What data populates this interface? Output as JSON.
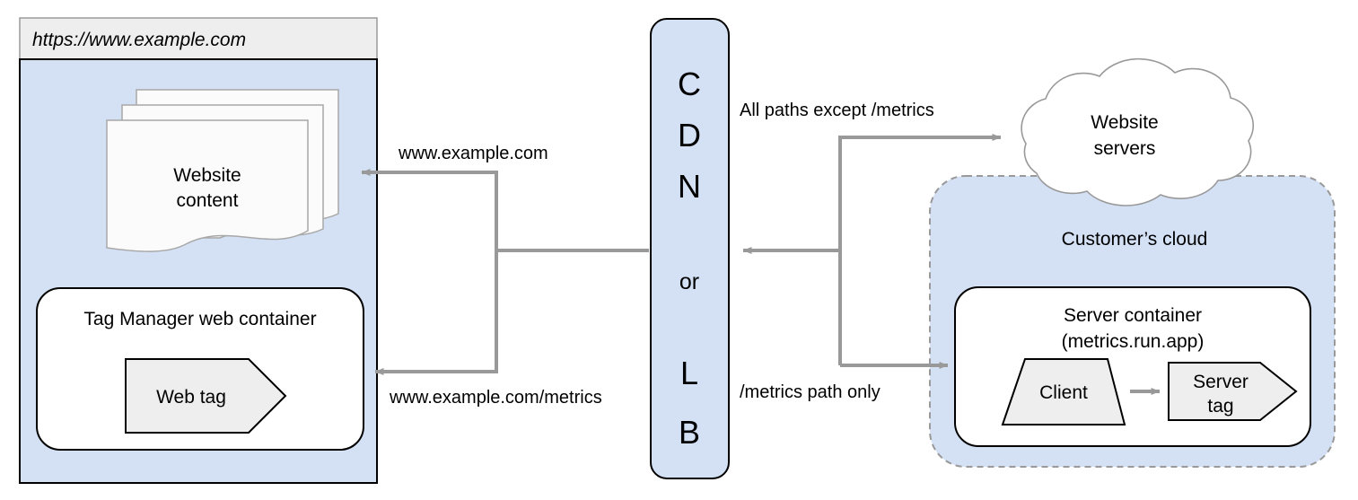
{
  "diagram": {
    "title_url": "https://www.example.com",
    "browser": {
      "url_bar_text": "https://www.example.com",
      "body_fill": "#d4e1f5",
      "header_fill": "#eeeeee",
      "border_color": "#000000"
    },
    "nodes": {
      "website_content": {
        "label_line1": "Website",
        "label_line2": "content",
        "shape": "stacked-documents",
        "fill": "#f8f8f8"
      },
      "tag_manager_container": {
        "label": "Tag Manager web container",
        "shape": "rounded-rect",
        "fill": "#ffffff"
      },
      "web_tag": {
        "label": "Web tag",
        "shape": "pentagon-arrow",
        "fill": "#eeeeee"
      },
      "cdn_or_lb": {
        "chars": [
          "C",
          "D",
          "N"
        ],
        "separator": "or",
        "chars2": [
          "L",
          "B"
        ],
        "shape": "rounded-rect",
        "fill": "#d4e1f5"
      },
      "website_servers": {
        "label_line1": "Website",
        "label_line2": "servers",
        "shape": "cloud",
        "fill": "#ffffff"
      },
      "customers_cloud": {
        "label": "Customer’s cloud",
        "shape": "rounded-rect-dashed",
        "fill": "#d4e1f5"
      },
      "server_container": {
        "label_line1": "Server container",
        "label_line2": "(metrics.run.app)",
        "shape": "rounded-rect",
        "fill": "#ffffff"
      },
      "client": {
        "label": "Client",
        "shape": "trapezoid",
        "fill": "#eeeeee"
      },
      "server_tag": {
        "label_line1": "Server",
        "label_line2": "tag",
        "shape": "pentagon-arrow",
        "fill": "#eeeeee"
      }
    },
    "edges": [
      {
        "id": "edge-www-example-com",
        "label": "www.example.com",
        "from": "cdn_or_lb",
        "to": "website_content"
      },
      {
        "id": "edge-www-example-com-metrics",
        "label": "www.example.com/metrics",
        "from": "cdn_or_lb",
        "to": "tag_manager_container"
      },
      {
        "id": "edge-all-paths-except-metrics",
        "label": "All paths except /metrics",
        "from": "cdn_or_lb",
        "to": "website_servers"
      },
      {
        "id": "edge-metrics-path-only",
        "label": "/metrics path only",
        "from": "cdn_or_lb",
        "to": "server_container"
      },
      {
        "id": "edge-client-to-server-tag",
        "label": "",
        "from": "client",
        "to": "server_tag"
      }
    ],
    "colors": {
      "arrow": "#999999",
      "blue_fill": "#d4e1f5",
      "gray_fill": "#eeeeee",
      "stroke": "#000000",
      "cloud_stroke": "#999999",
      "dashed_stroke": "#999999"
    }
  }
}
